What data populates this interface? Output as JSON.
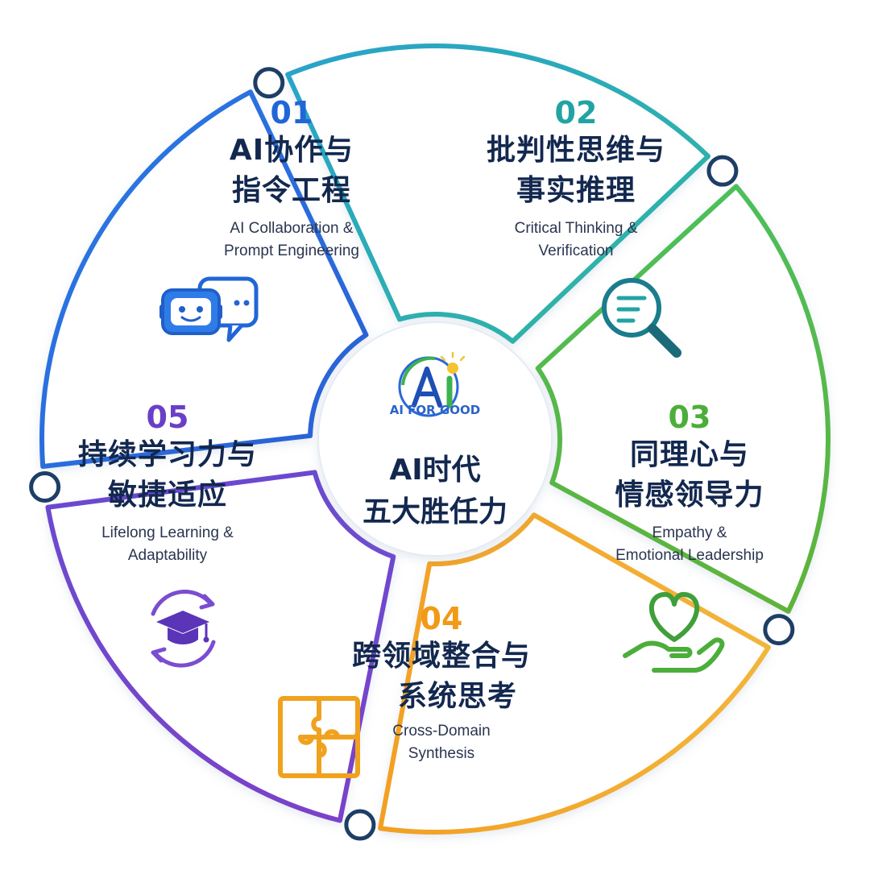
{
  "center": {
    "logo_text": "AI FOR GOOD",
    "logo_mark": "Ai",
    "title_line1": "AI时代",
    "title_line2": "五大胜任力"
  },
  "segments": [
    {
      "number": "01",
      "zh_line1": "AI协作与",
      "zh_line2": "指令工程",
      "en_line1": "AI Collaboration &",
      "en_line2": "Prompt Engineering",
      "color": "#2f6fe0",
      "icon": "chatbot-icon"
    },
    {
      "number": "02",
      "zh_line1": "批判性思维与",
      "zh_line2": "事实推理",
      "en_line1": "Critical Thinking &",
      "en_line2": "Verification",
      "color": "#2aa6a8",
      "icon": "magnifier-icon"
    },
    {
      "number": "03",
      "zh_line1": "同理心与",
      "zh_line2": "情感领导力",
      "en_line1": "Empathy &",
      "en_line2": "Emotional Leadership",
      "color": "#55b83c",
      "icon": "heart-hand-icon"
    },
    {
      "number": "04",
      "zh_line1": "跨领域整合与",
      "zh_line2": "系统思考",
      "en_line1": "Cross-Domain",
      "en_line2": "Synthesis",
      "color": "#f0a21e",
      "icon": "puzzle-icon"
    },
    {
      "number": "05",
      "zh_line1": "持续学习力与",
      "zh_line2": "敏捷适应",
      "en_line1": "Lifelong Learning &",
      "en_line2": "Adaptability",
      "color": "#6a46c9",
      "icon": "graduation-cycle-icon"
    }
  ]
}
